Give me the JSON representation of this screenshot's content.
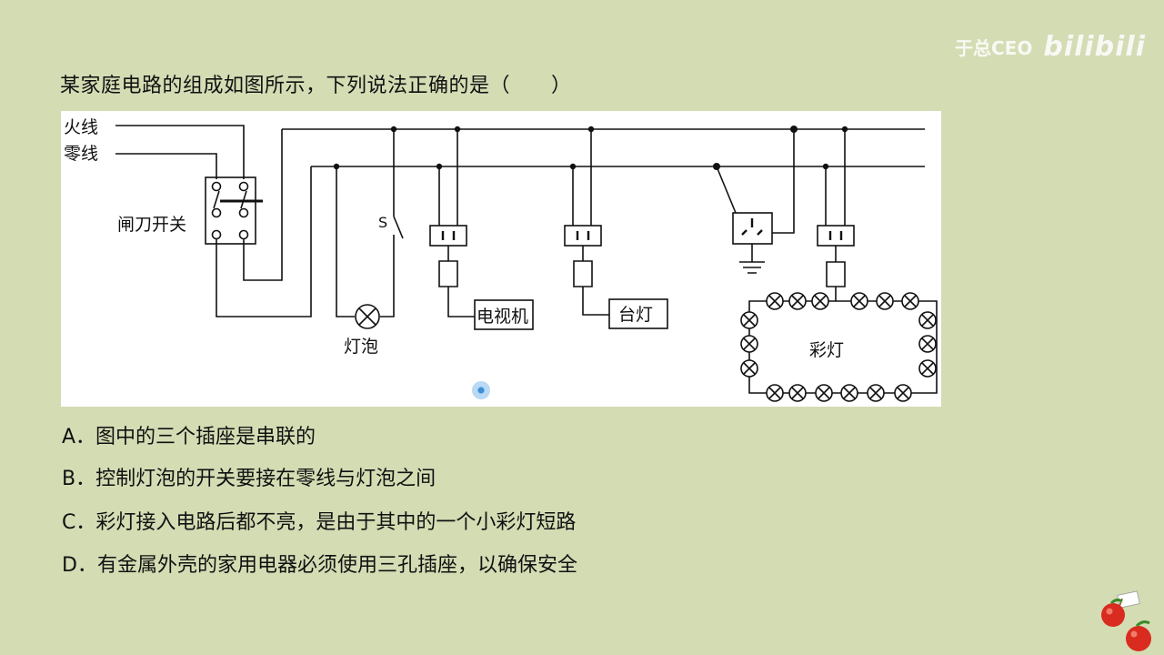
{
  "question": "某家庭电路的组成如图所示，下列说法正确的是（　　）",
  "watermark": {
    "uploader": "于总CEO",
    "logo": "bilibili"
  },
  "diagram": {
    "live_wire": "火线",
    "neutral_wire": "零线",
    "knife_switch": "闸刀开关",
    "switch_s": "S",
    "bulb": "灯泡",
    "tv": "电视机",
    "desk_lamp": "台灯",
    "string_lights": "彩灯"
  },
  "options": [
    "A．图中的三个插座是串联的",
    "B．控制灯泡的开关要接在零线与灯泡之间",
    "C．彩灯接入电路后都不亮，是由于其中的一个小彩灯短路",
    "D．有金属外壳的家用电器必须使用三孔插座，以确保安全"
  ]
}
